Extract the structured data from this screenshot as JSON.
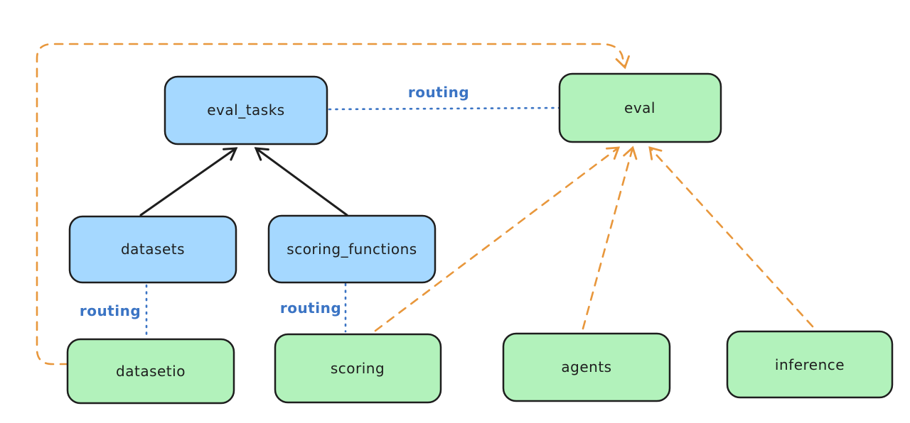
{
  "diagram": {
    "kind": "excalidraw-architecture-diagram",
    "background": "#ffffff"
  },
  "palette": {
    "blue_node_fill": "#a5d8ff",
    "green_node_fill": "#b2f2bb",
    "node_stroke": "#1e1e1e",
    "arrow_black": "#1e1e1e",
    "arrow_orange": "#e8973c",
    "routing_blue": "#3b74c4",
    "text_color": "#1e1e1e"
  },
  "nodes": {
    "eval_tasks": {
      "label": "eval_tasks",
      "color": "blue"
    },
    "eval": {
      "label": "eval",
      "color": "green"
    },
    "datasets": {
      "label": "datasets",
      "color": "blue"
    },
    "scoring_functions": {
      "label": "scoring_functions",
      "color": "blue"
    },
    "datasetio": {
      "label": "datasetio",
      "color": "green"
    },
    "scoring": {
      "label": "scoring",
      "color": "green"
    },
    "agents": {
      "label": "agents",
      "color": "green"
    },
    "inference": {
      "label": "inference",
      "color": "green"
    }
  },
  "edge_labels": {
    "routing_eval_tasks_eval": "routing",
    "routing_datasets_datasetio": "routing",
    "routing_scoring_functions_scoring": "routing"
  },
  "edges": [
    {
      "from": "datasets",
      "to": "eval_tasks",
      "style": "solid",
      "color": "black",
      "arrowhead": "end"
    },
    {
      "from": "scoring_functions",
      "to": "eval_tasks",
      "style": "solid",
      "color": "black",
      "arrowhead": "end"
    },
    {
      "from": "eval_tasks",
      "to": "eval",
      "style": "dotted",
      "color": "blue",
      "arrowhead": "none",
      "label": "routing"
    },
    {
      "from": "datasets",
      "to": "datasetio",
      "style": "dotted",
      "color": "blue",
      "arrowhead": "none",
      "label": "routing"
    },
    {
      "from": "scoring_functions",
      "to": "scoring",
      "style": "dotted",
      "color": "blue",
      "arrowhead": "none",
      "label": "routing"
    },
    {
      "from": "datasetio",
      "to": "eval",
      "style": "dashed",
      "color": "orange",
      "arrowhead": "end",
      "route": "loop-around-top-left"
    },
    {
      "from": "scoring",
      "to": "eval",
      "style": "dashed",
      "color": "orange",
      "arrowhead": "end"
    },
    {
      "from": "agents",
      "to": "eval",
      "style": "dashed",
      "color": "orange",
      "arrowhead": "end"
    },
    {
      "from": "inference",
      "to": "eval",
      "style": "dashed",
      "color": "orange",
      "arrowhead": "end"
    }
  ]
}
